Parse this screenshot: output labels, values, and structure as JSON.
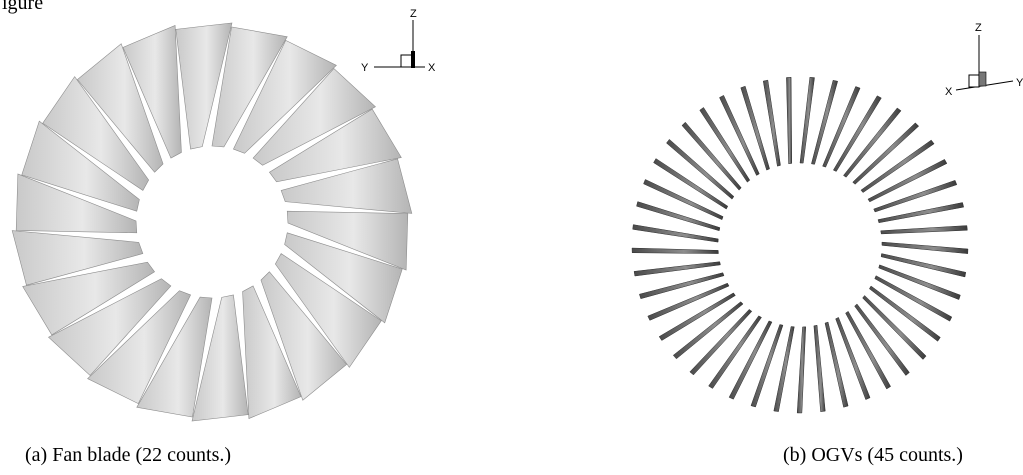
{
  "figure": {
    "top_label_fragment": "igure"
  },
  "panel_a": {
    "caption": "(a)  Fan blade (22 counts.)",
    "blade_count": 22,
    "triad": {
      "up_label": "Z",
      "left_label": "Y",
      "right_label": "X"
    }
  },
  "panel_b": {
    "caption": "(b) OGVs (45 counts.)",
    "blade_count": 45,
    "triad": {
      "up_label": "Z",
      "left_label": "X",
      "right_label": "Y"
    }
  },
  "colors": {
    "fan_blade_light": "#e6e6e6",
    "fan_blade_dark": "#a8a8a8",
    "ogv_light": "#9a9a9a",
    "ogv_dark": "#404040"
  }
}
